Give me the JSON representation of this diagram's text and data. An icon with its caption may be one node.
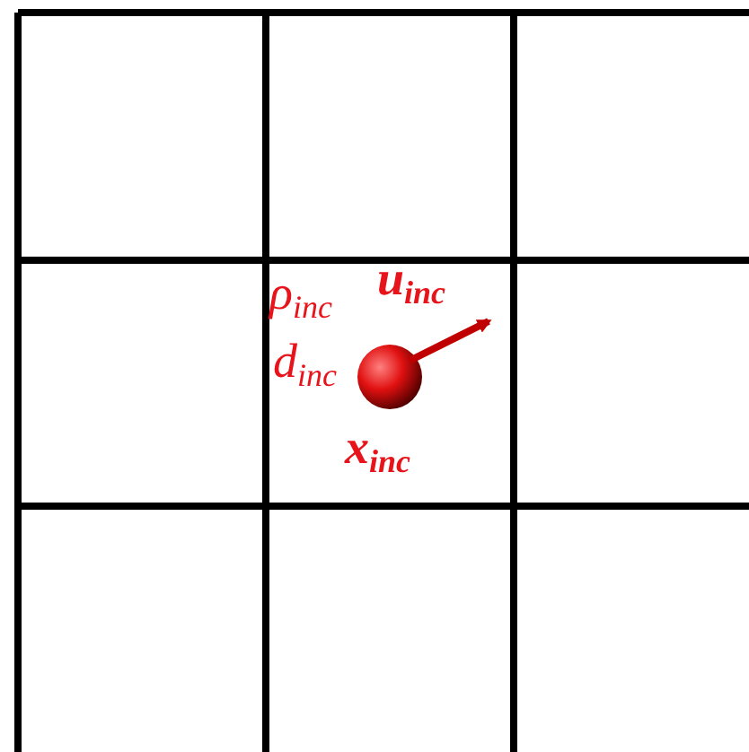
{
  "diagram": {
    "labels": [
      "ρ$_{inc}$",
      "u$_{inc}$",
      "d$_{inc}$",
      "x$_{inc}$"
    ]
  }
}
